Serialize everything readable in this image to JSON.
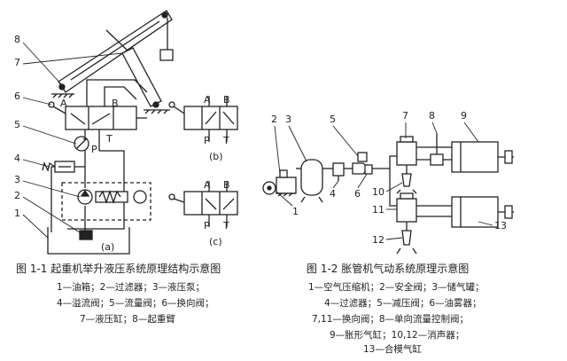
{
  "figure_1_1": {
    "caption": "图 1-1   起重机举升液压系统原理结构示意图",
    "legend": [
      "1—油箱；2—过滤器；3—液压泵；",
      "4—溢流阀；5—流量阀；6—换向阀；",
      "7—液压缸；8—起重臂"
    ],
    "callouts": [
      "8",
      "7",
      "6",
      "5",
      "4",
      "3",
      "2",
      "1"
    ],
    "port_labels": {
      "a": "A",
      "b": "B",
      "p": "P",
      "t": "T"
    },
    "sub_labels": {
      "a": "(a)",
      "b": "(b)",
      "c": "(c)"
    }
  },
  "figure_1_2": {
    "caption": "图 1-2   胀管机气动系统原理示意图",
    "legend": [
      "1—空气压缩机；2—安全阀；3—储气罐；",
      "4—过滤器；5—减压阀；6—油雾器；",
      "7,11—换向阀；8—单向流量控制阀；",
      "9—胀形气缸；10,12—消声器；",
      "13—合模气缸"
    ],
    "callouts": [
      "2",
      "3",
      "5",
      "7",
      "8",
      "9",
      "1",
      "4",
      "6",
      "10",
      "11",
      "12",
      "13"
    ]
  },
  "colors": {
    "line": "#222222",
    "paper": "#ffffff"
  }
}
